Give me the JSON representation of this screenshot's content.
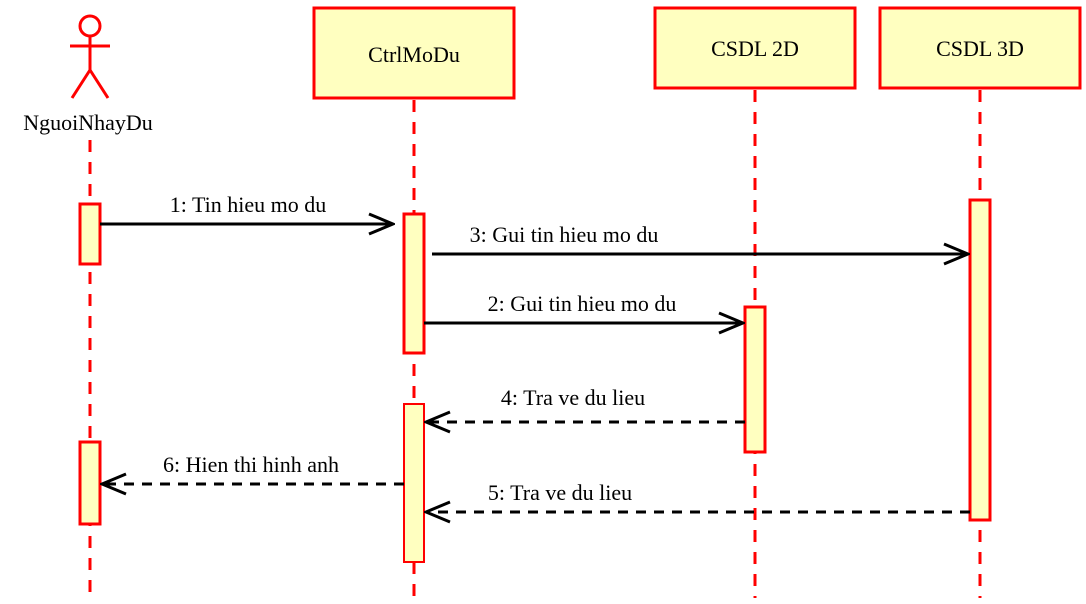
{
  "colors": {
    "outline": "#ff0000",
    "fill": "#ffffc0",
    "arrow": "#000000"
  },
  "actor": {
    "label": "NguoiNhayDu",
    "icon": "stick-figure-icon"
  },
  "objects": [
    {
      "label": "CtrlMoDu"
    },
    {
      "label": "CSDL 2D"
    },
    {
      "label": "CSDL 3D"
    }
  ],
  "messages": [
    {
      "label": "1: Tin hieu mo du",
      "type": "sync"
    },
    {
      "label": "3: Gui tin hieu mo du",
      "type": "sync"
    },
    {
      "label": "2: Gui tin hieu mo du",
      "type": "sync"
    },
    {
      "label": "4: Tra ve du lieu",
      "type": "return"
    },
    {
      "label": "6: Hien thi hinh anh",
      "type": "return"
    },
    {
      "label": "5: Tra ve du lieu",
      "type": "return"
    }
  ]
}
